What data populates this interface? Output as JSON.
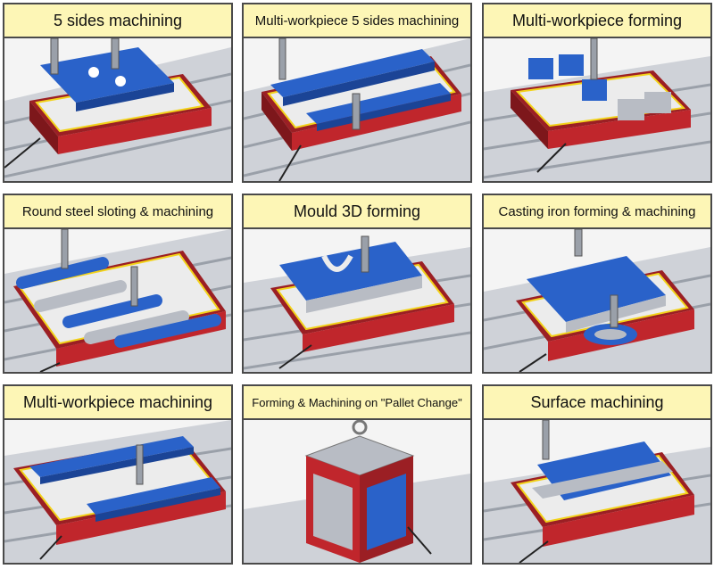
{
  "panels": [
    {
      "title": "5 sides machining",
      "scene": "plate"
    },
    {
      "title": "Multi-workpiece 5 sides machining",
      "scene": "rails"
    },
    {
      "title": "Multi-workpiece forming",
      "scene": "forming"
    },
    {
      "title": "Round steel sloting & machining",
      "scene": "rods"
    },
    {
      "title": "Mould 3D forming",
      "scene": "mould"
    },
    {
      "title": "Casting iron forming & machining",
      "scene": "casting"
    },
    {
      "title": "Multi-workpiece machining",
      "scene": "multi"
    },
    {
      "title": "Forming & Machining on \"Pallet Change\"",
      "scene": "cube"
    },
    {
      "title": "Surface machining",
      "scene": "surface"
    }
  ],
  "colors": {
    "title_bg": "#fdf6b6",
    "border": "#4a4a4a",
    "chuck_red": "#c0262c",
    "workpiece_blue": "#2a62c9",
    "steel_grey": "#b8bcc4",
    "outline_yellow": "#f2d21a"
  }
}
